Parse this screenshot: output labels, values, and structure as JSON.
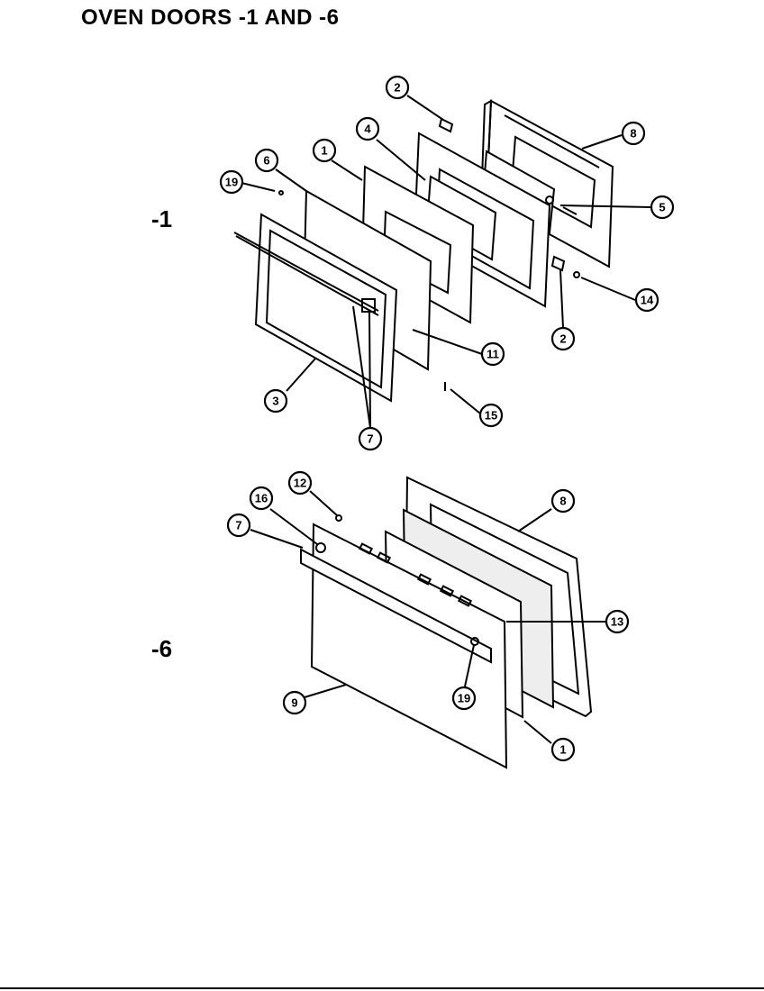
{
  "title": "OVEN DOORS -1 AND -6",
  "sections": [
    {
      "label": "-1"
    },
    {
      "label": "-6"
    }
  ],
  "callouts_top": [
    "2",
    "8",
    "4",
    "1",
    "6",
    "19",
    "5",
    "14",
    "2",
    "11",
    "3",
    "7",
    "15"
  ],
  "callouts_bottom": [
    "12",
    "16",
    "7",
    "8",
    "13",
    "19",
    "9",
    "1"
  ]
}
